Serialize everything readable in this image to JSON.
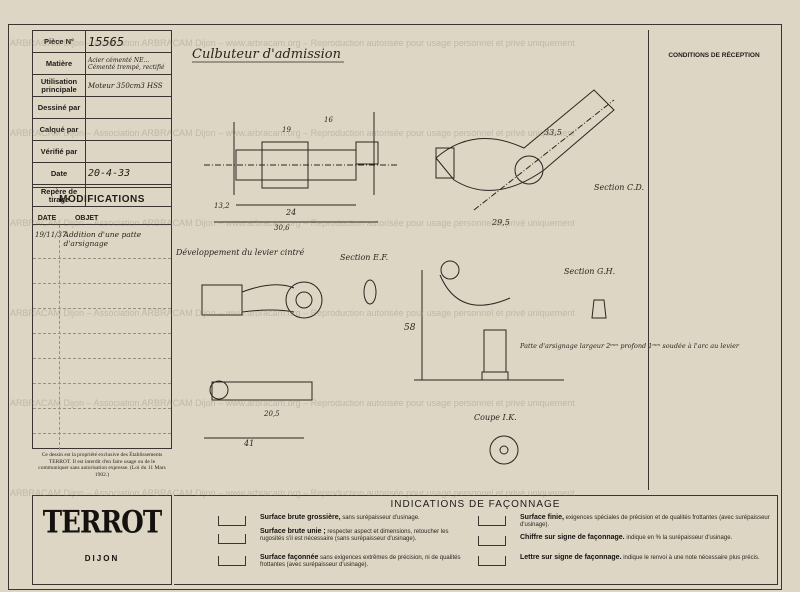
{
  "title_block": {
    "rows": [
      {
        "key": "Pièce N°",
        "value": "15565"
      },
      {
        "key": "Matière",
        "value": "Acier cémenté NE... Cémenté trempé, rectifié"
      },
      {
        "key": "Utilisation principale",
        "value": "Moteur 350cm3 HSS"
      },
      {
        "key": "Dessiné par",
        "value": ""
      },
      {
        "key": "Calqué par",
        "value": ""
      },
      {
        "key": "Vérifié par",
        "value": ""
      },
      {
        "key": "Date",
        "value": "20-4-33"
      },
      {
        "key": "Repère de tirage",
        "value": ""
      }
    ]
  },
  "modifications": {
    "title": "MODIFICATIONS",
    "col_date": "DATE",
    "col_objet": "OBJET",
    "entry_date": "19/11/37",
    "entry_objet": "Addition d'une patte d'arsignage"
  },
  "notice": "Ce dessin est la propriété exclusive des Établissements TERROT. Il est interdit d'en faire usage ou de le communiquer sans autorisation expresse. (Loi du 11 Mars 1902.)",
  "logo": {
    "brand": "TERROT",
    "city": "DIJON"
  },
  "conditions": {
    "title": "CONDITIONS DE RÉCEPTION"
  },
  "indications": {
    "title": "INDICATIONS DE FAÇONNAGE",
    "items": [
      {
        "bold": "Surface brute grossière,",
        "text": "sans surépaisseur d'usinage."
      },
      {
        "bold": "Surface brute unie ;",
        "text": "respecter aspect et dimensions, retoucher les rugosités s'il est nécessaire (sans surépaisseur d'usinage)."
      },
      {
        "bold": "Surface façonnée",
        "text": "sans exigences extrêmes de précision, ni de qualités frottantes (avec surépaisseur d'usinage)."
      },
      {
        "bold": "Surface finie,",
        "text": "exigences spéciales de précision et de qualités frottantes (avec surépaisseur d'usinage)."
      },
      {
        "bold": "Chiffre sur signe de façonnage.",
        "text": "indique en % la surépaisseur d'usinage."
      },
      {
        "bold": "Lettre sur signe de façonnage.",
        "text": "indique le renvoi à une note nécessaire plus précis."
      }
    ]
  },
  "drawing": {
    "title": "Culbuteur d'admission",
    "labels": {
      "dev": "Développement du levier cintré",
      "sec_ef": "Section E.F.",
      "sec_cd": "Section C.D.",
      "sec_gh": "Section G.H.",
      "coupe_ik": "Coupe I.K.",
      "patte": "Patte d'arsignage largeur 2ᵐᵐ profond 1ᵐᵐ soudée à l'arc au levier"
    },
    "dims": {
      "d1": "19",
      "d2": "24",
      "d3": "30,6",
      "d4": "13,2",
      "d5": "16",
      "d6": "58",
      "d7": "41",
      "d8": "33,5",
      "d9": "29,5",
      "d10": "20,5"
    }
  },
  "watermark": "ARBRACAM Dijon – Association ARBRACAM Dijon – www.arbracam.org – Reproduction autorisée pour usage personnel et privé uniquement"
}
